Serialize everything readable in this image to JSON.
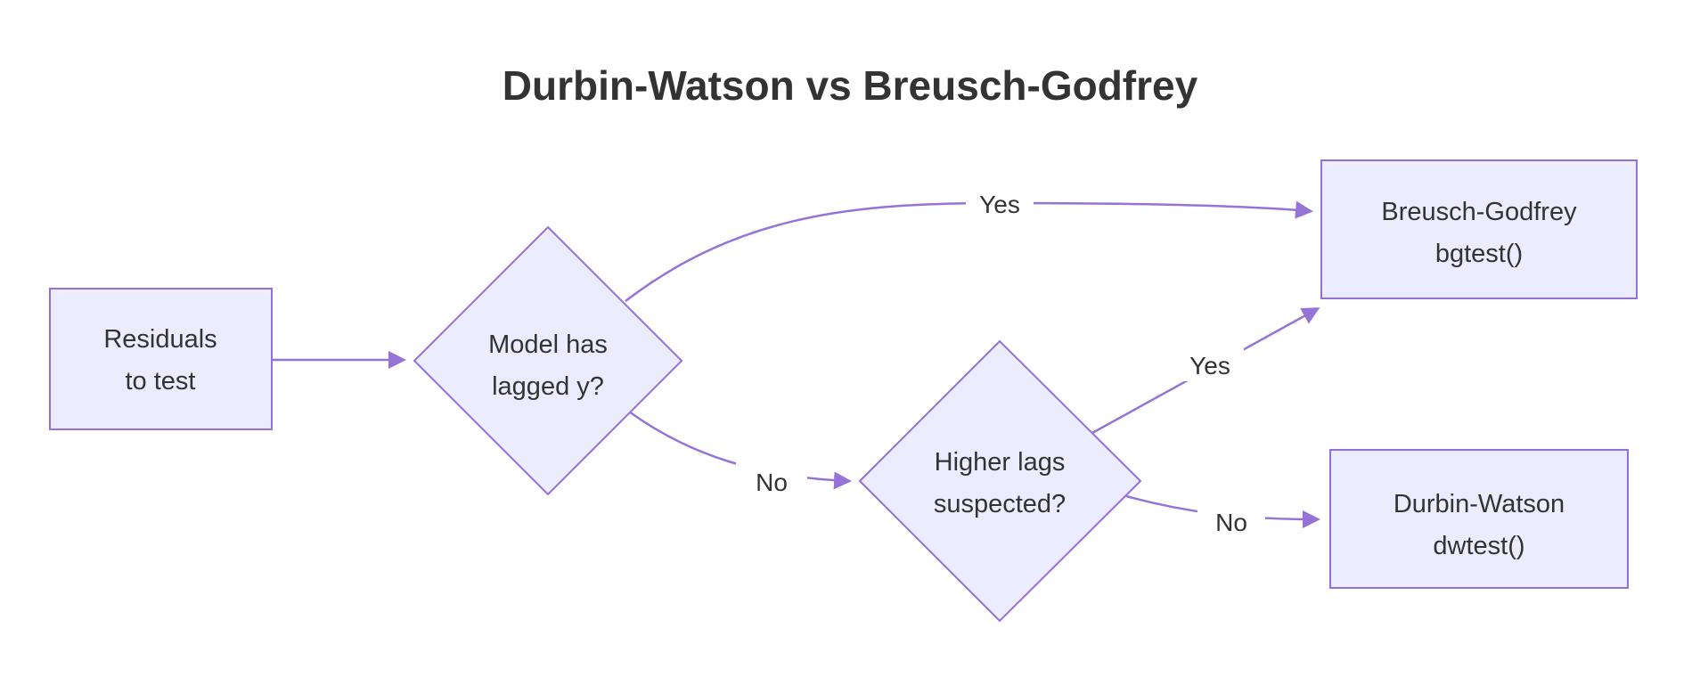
{
  "title": "Durbin-Watson vs Breusch-Godfrey",
  "diagram": {
    "type": "flowchart",
    "direction": "left-to-right",
    "nodes": [
      {
        "id": "residuals",
        "shape": "rectangle",
        "line1": "Residuals",
        "line2": "to test"
      },
      {
        "id": "lagged-y",
        "shape": "diamond",
        "line1": "Model has",
        "line2": "lagged y?"
      },
      {
        "id": "higher-lags",
        "shape": "diamond",
        "line1": "Higher lags",
        "line2": "suspected?"
      },
      {
        "id": "breusch-godfrey",
        "shape": "rectangle",
        "line1": "Breusch-Godfrey",
        "line2": "bgtest()"
      },
      {
        "id": "durbin-watson",
        "shape": "rectangle",
        "line1": "Durbin-Watson",
        "line2": "dwtest()"
      }
    ],
    "edges": [
      {
        "from": "residuals",
        "to": "lagged-y",
        "label": ""
      },
      {
        "from": "lagged-y",
        "to": "breusch-godfrey",
        "label": "Yes"
      },
      {
        "from": "lagged-y",
        "to": "higher-lags",
        "label": "No"
      },
      {
        "from": "higher-lags",
        "to": "breusch-godfrey",
        "label": "Yes"
      },
      {
        "from": "higher-lags",
        "to": "durbin-watson",
        "label": "No"
      }
    ]
  },
  "colors": {
    "node_fill": "#ECECFF",
    "node_border": "#9370DB",
    "edge_line": "#9673D6",
    "text": "#333333",
    "edge_label_background": "#FFFFFF",
    "background": "#FFFFFF"
  }
}
